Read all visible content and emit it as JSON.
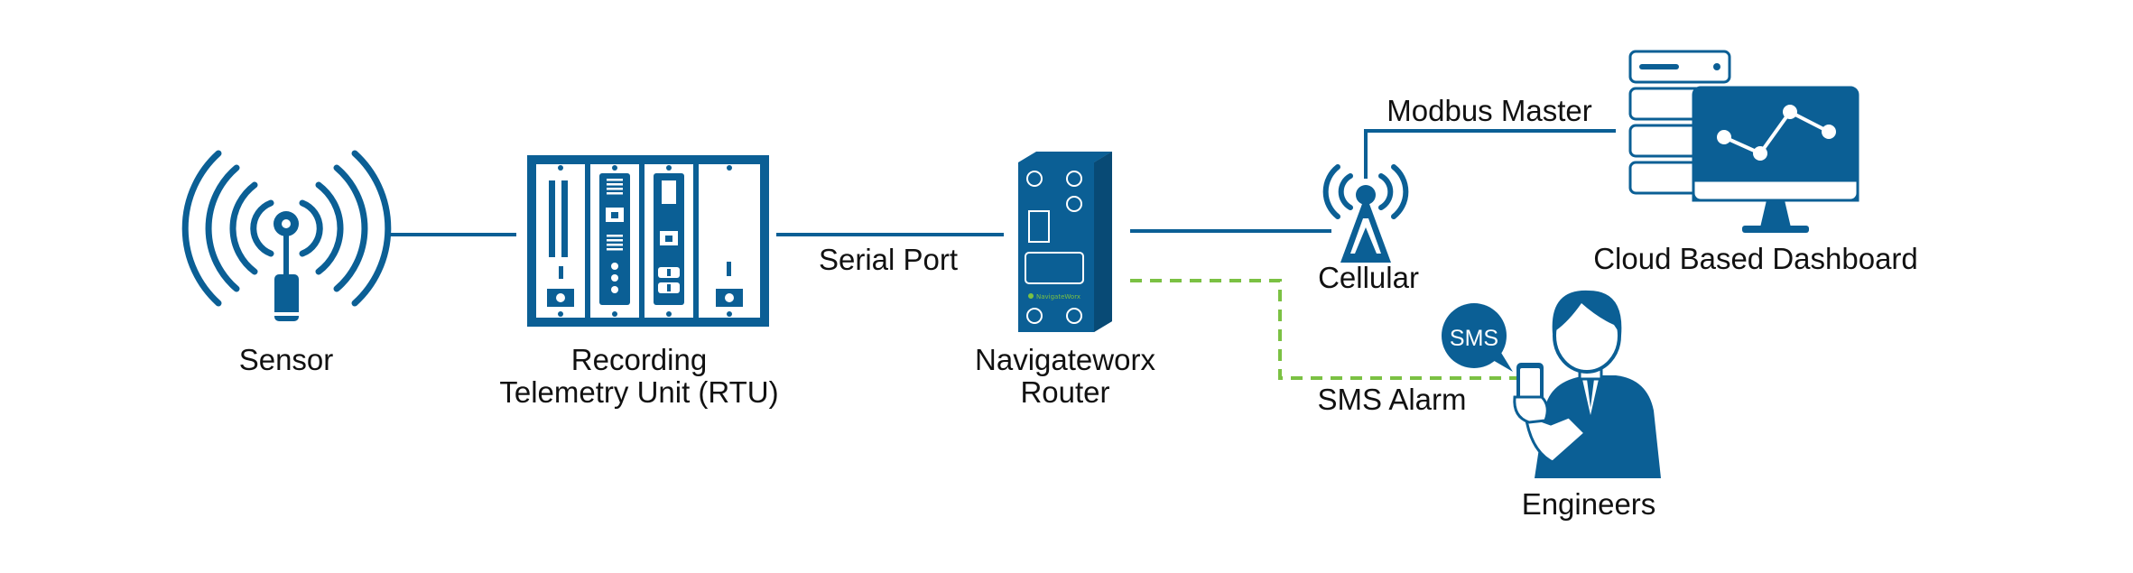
{
  "colors": {
    "primary": "#0b5f95",
    "link_line": "#0b5f95",
    "alarm_line": "#7bc143",
    "text": "#111111",
    "background": "#ffffff"
  },
  "nodes": {
    "sensor": {
      "label": "Sensor",
      "icon": "wireless-sensor-icon"
    },
    "rtu": {
      "label_line1": "Recording",
      "label_line2": "Telemetry Unit (RTU)",
      "icon": "rtu-rack-icon"
    },
    "router": {
      "label_line1": "Navigateworx",
      "label_line2": "Router",
      "brand": "NavigateWorx",
      "icon": "router-icon"
    },
    "cellular": {
      "label": "Cellular",
      "icon": "cell-tower-icon"
    },
    "cloud": {
      "label": "Cloud Based Dashboard",
      "icon": "server-dashboard-icon"
    },
    "engineers": {
      "label": "Engineers",
      "bubble": "SMS",
      "icon": "engineer-phone-icon"
    }
  },
  "links": {
    "serial_port": "Serial Port",
    "modbus_master": "Modbus Master",
    "sms_alarm": "SMS Alarm"
  }
}
